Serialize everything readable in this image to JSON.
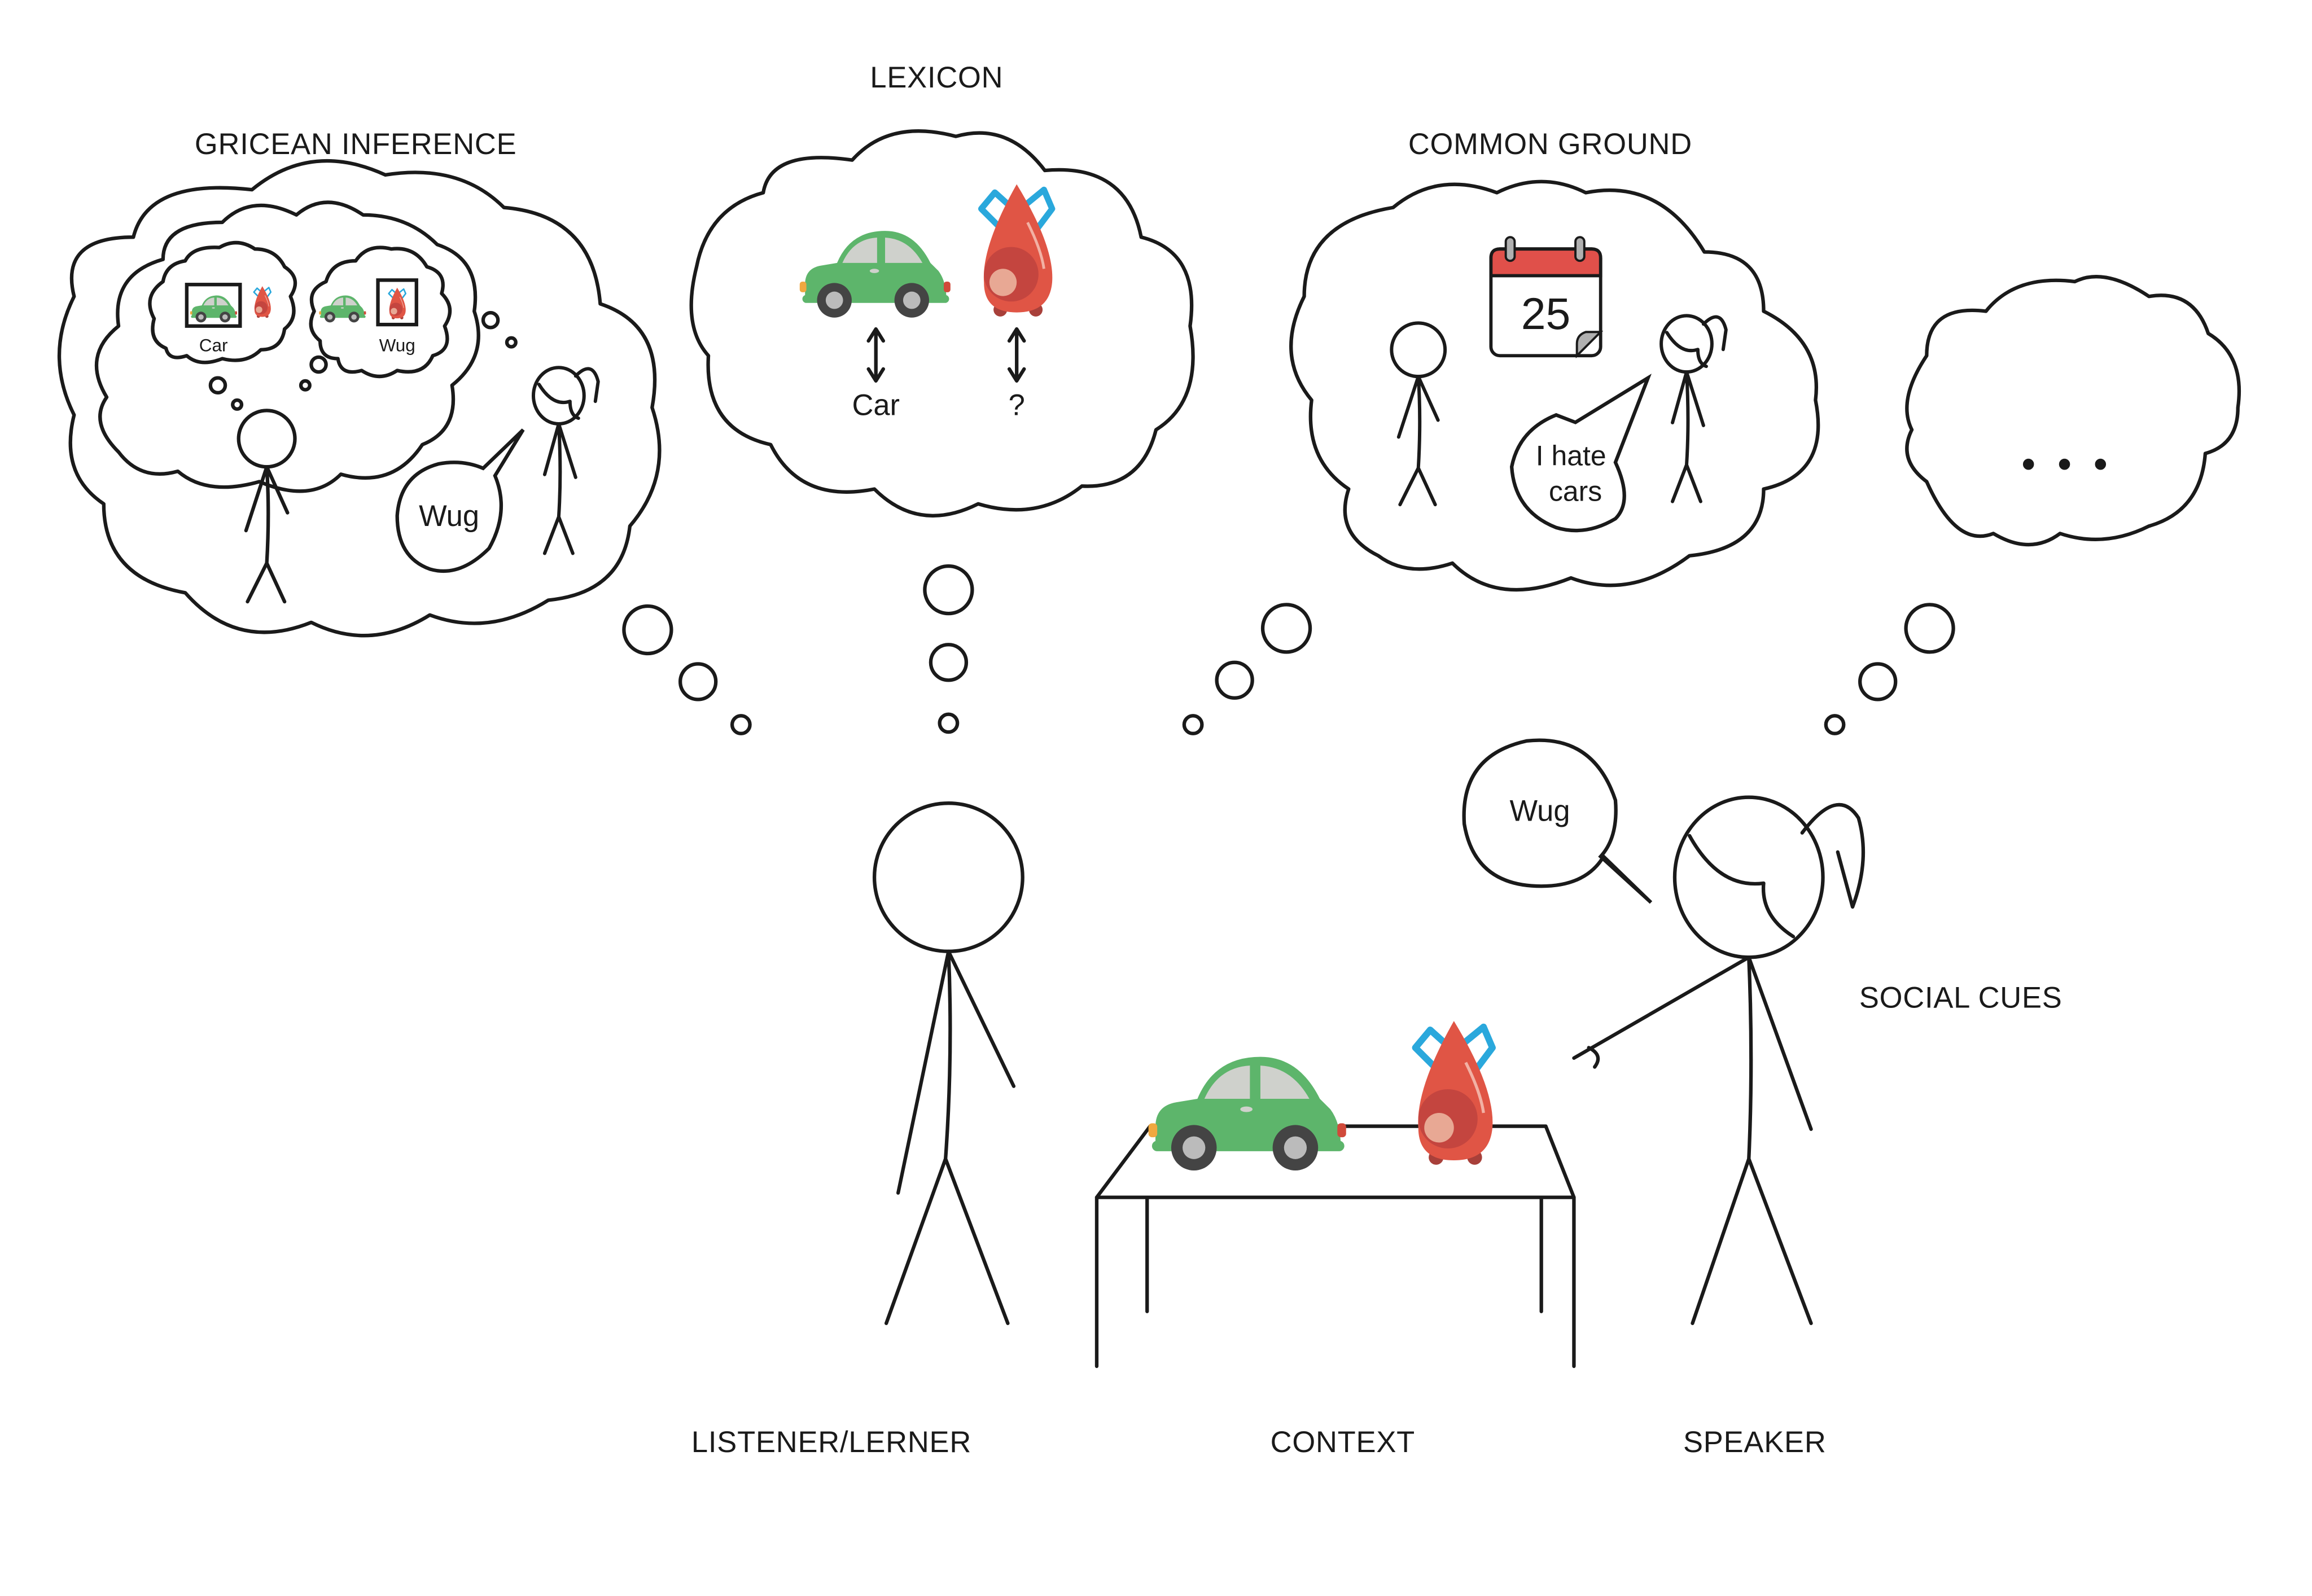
{
  "labels": {
    "gricean": "GRICEAN INFERENCE",
    "lexicon": "LEXICON",
    "common_ground": "COMMON GROUND",
    "social_cues": "SOCIAL CUES",
    "listener": "LISTENER/LERNER",
    "context": "CONTEXT",
    "speaker": "SPEAKER"
  },
  "gricean": {
    "option_a_label": "Car",
    "option_b_label": "Wug",
    "speech": "Wug"
  },
  "lexicon": {
    "known_word": "Car",
    "unknown_word": "?"
  },
  "common_ground": {
    "calendar_day": "25",
    "speech_line1": "I hate",
    "speech_line2": "cars"
  },
  "more": {
    "ellipsis": "• • •"
  },
  "scene": {
    "speaker_speech": "Wug"
  },
  "colors": {
    "car_body": "#5db56b",
    "car_window": "#cfd1cc",
    "wheel": "#444444",
    "wug_body": "#e05545",
    "wug_inner": "#c4453f",
    "wug_highlight": "#e8a894",
    "wug_ring": "#2aa8dc",
    "calendar_red": "#e0504a"
  }
}
